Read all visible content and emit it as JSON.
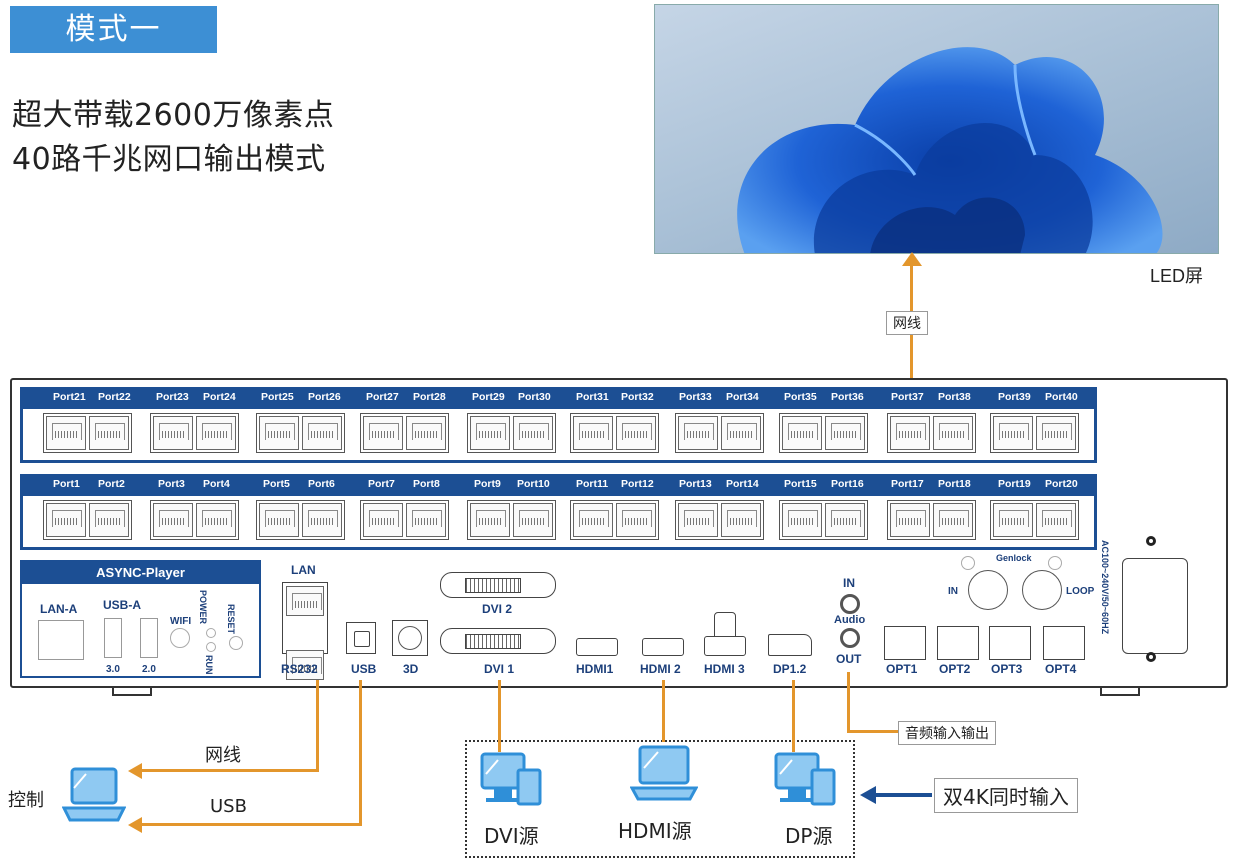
{
  "header": {
    "mode_badge": "模式一",
    "line1": "超大带载2600万像素点",
    "line2": "40路千兆网口输出模式"
  },
  "screen": {
    "label": "LED屏",
    "cable_label": "网线"
  },
  "device": {
    "top_ports": [
      "Port21",
      "Port22",
      "Port23",
      "Port24",
      "Port25",
      "Port26",
      "Port27",
      "Port28",
      "Port29",
      "Port30",
      "Port31",
      "Port32",
      "Port33",
      "Port34",
      "Port35",
      "Port36",
      "Port37",
      "Port38",
      "Port39",
      "Port40"
    ],
    "bottom_ports": [
      "Port1",
      "Port2",
      "Port3",
      "Port4",
      "Port5",
      "Port6",
      "Port7",
      "Port8",
      "Port9",
      "Port10",
      "Port11",
      "Port12",
      "Port13",
      "Port14",
      "Port15",
      "Port16",
      "Port17",
      "Port18",
      "Port19",
      "Port20"
    ],
    "player_title": "ASYNC-Player",
    "lan_a": "LAN-A",
    "usb_a": "USB-A",
    "usb_30": "3.0",
    "usb_20": "2.0",
    "wifi": "WIFI",
    "power": "POWER",
    "run": "RUN",
    "reset": "RESET",
    "lan": "LAN",
    "rs232": "RS232",
    "usb": "USB",
    "three_d": "3D",
    "dvi2": "DVI 2",
    "dvi1": "DVI 1",
    "hdmi1": "HDMI1",
    "hdmi2": "HDMI 2",
    "hdmi3": "HDMI 3",
    "dp": "DP1.2",
    "audio_in": "IN",
    "audio": "Audio",
    "audio_out": "OUT",
    "genlock": "Genlock",
    "genlock_in": "IN",
    "genlock_loop": "LOOP",
    "opt": [
      "OPT1",
      "OPT2",
      "OPT3",
      "OPT4"
    ],
    "power_spec": "AC100~240V/50~60HZ"
  },
  "annotations": {
    "audio_io": "音频输入输出",
    "control": "控制",
    "cable": "网线",
    "usb": "USB",
    "dual_input": "双4K同时输入"
  },
  "sources": {
    "dvi": "DVI源",
    "hdmi": "HDMI源",
    "dp": "DP源"
  },
  "colors": {
    "brand_blue": "#1c4f94",
    "badge_blue": "#3d8fd4",
    "wire_orange": "#e3962c",
    "icon_blue": "#2f8fd8"
  }
}
